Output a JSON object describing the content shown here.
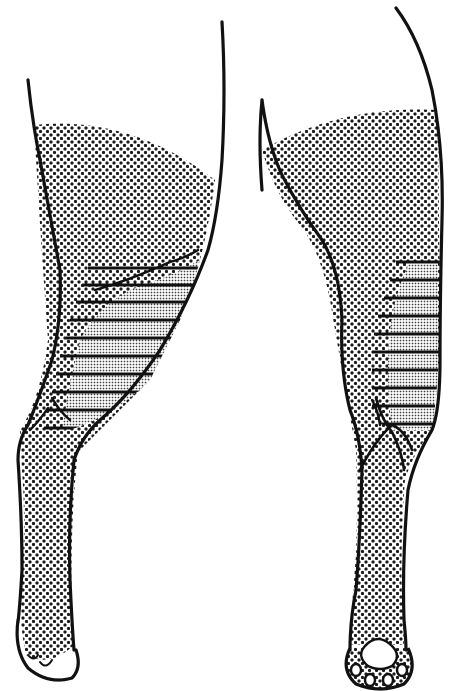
{
  "figure": {
    "colors": {
      "ink": "#111111",
      "background": "#ffffff",
      "dot_fill": "#1a1a1a",
      "hatch_fill": "#d9d9d9"
    },
    "panels": [
      {
        "view": "lateral",
        "regions": [
          "dotted-area",
          "hatched-area"
        ]
      },
      {
        "view": "medial",
        "regions": [
          "dotted-area",
          "hatched-area",
          "paw-pads"
        ]
      }
    ]
  }
}
